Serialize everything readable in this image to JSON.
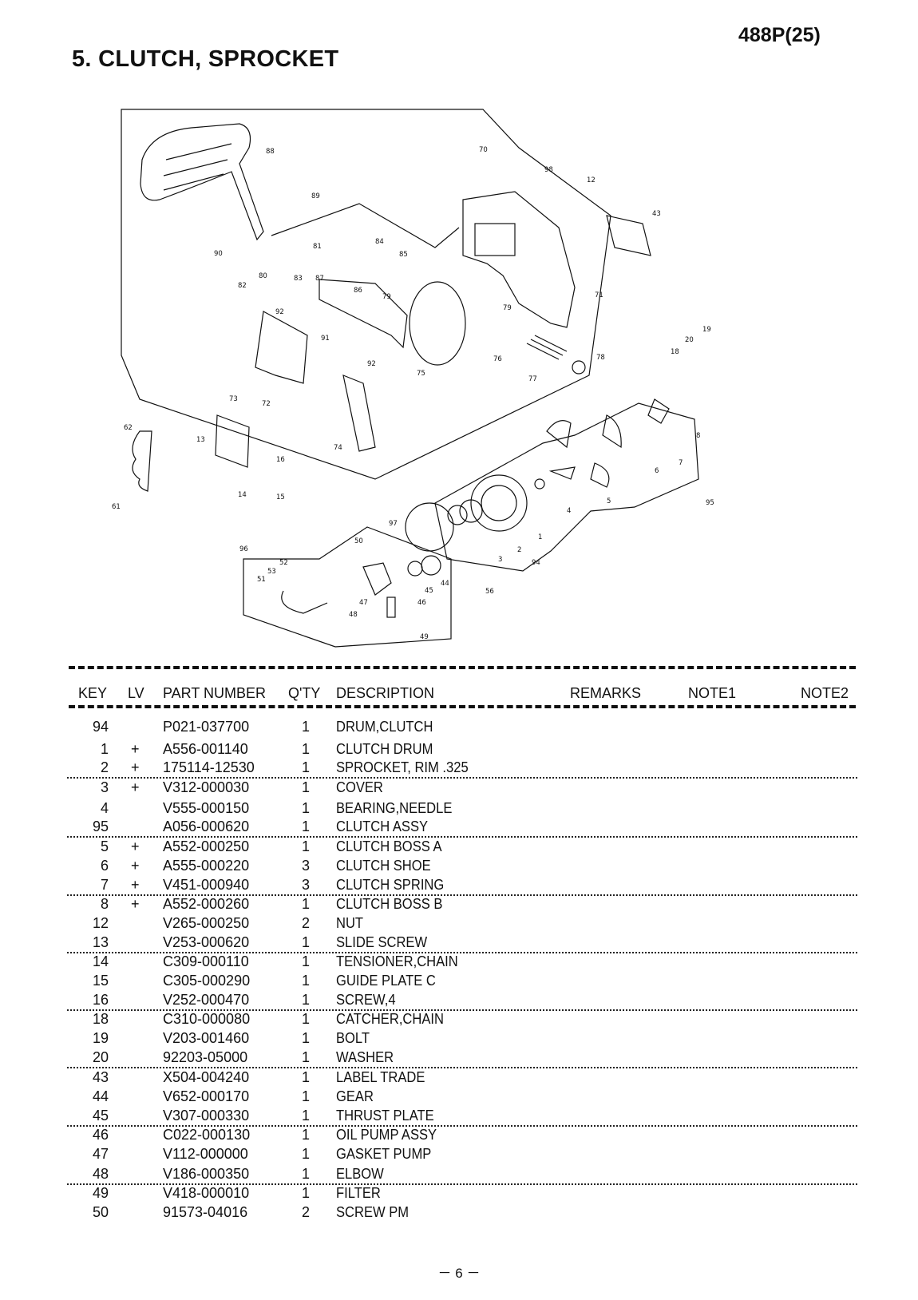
{
  "header": {
    "model": "488P(25)",
    "title": "5. CLUTCH, SPROCKET"
  },
  "diagram": {
    "callouts": [
      "88",
      "70",
      "98",
      "12",
      "89",
      "43",
      "90",
      "81",
      "84",
      "85",
      "80",
      "82",
      "83",
      "87",
      "86",
      "79",
      "71",
      "92",
      "79",
      "19",
      "20",
      "18",
      "91",
      "92",
      "76",
      "78",
      "75",
      "77",
      "73",
      "72",
      "74",
      "62",
      "13",
      "16",
      "14",
      "15",
      "61",
      "8",
      "7",
      "6",
      "5",
      "4",
      "95",
      "97",
      "1",
      "2",
      "3",
      "94",
      "50",
      "96",
      "52",
      "53",
      "51",
      "47",
      "48",
      "45",
      "44",
      "46",
      "56",
      "49"
    ]
  },
  "table": {
    "columns": [
      "KEY",
      "LV",
      "PART NUMBER",
      "Q'TY",
      "DESCRIPTION",
      "REMARKS",
      "NOTE1",
      "NOTE2"
    ],
    "rows": [
      {
        "key": "94",
        "lv": "",
        "pn": "P021-037700",
        "qty": "1",
        "desc": "DRUM,CLUTCH"
      },
      {
        "key": "1",
        "lv": "+",
        "pn": "A556-001140",
        "qty": "1",
        "desc": "CLUTCH DRUM"
      },
      {
        "key": "2",
        "lv": "+",
        "pn": "175114-12530",
        "qty": "1",
        "desc": "SPROCKET, RIM   .325"
      },
      {
        "key": "3",
        "lv": "+",
        "pn": "V312-000030",
        "qty": "1",
        "desc": "COVER"
      },
      {
        "key": "4",
        "lv": "",
        "pn": "V555-000150",
        "qty": "1",
        "desc": "BEARING,NEEDLE"
      },
      {
        "key": "95",
        "lv": "",
        "pn": "A056-000620",
        "qty": "1",
        "desc": "CLUTCH ASSY"
      },
      {
        "key": "5",
        "lv": "+",
        "pn": "A552-000250",
        "qty": "1",
        "desc": "CLUTCH BOSS A"
      },
      {
        "key": "6",
        "lv": "+",
        "pn": "A555-000220",
        "qty": "3",
        "desc": "CLUTCH SHOE"
      },
      {
        "key": "7",
        "lv": "+",
        "pn": "V451-000940",
        "qty": "3",
        "desc": "CLUTCH SPRING"
      },
      {
        "key": "8",
        "lv": "+",
        "pn": "A552-000260",
        "qty": "1",
        "desc": "CLUTCH BOSS B"
      },
      {
        "key": "12",
        "lv": "",
        "pn": "V265-000250",
        "qty": "2",
        "desc": "NUT"
      },
      {
        "key": "13",
        "lv": "",
        "pn": "V253-000620",
        "qty": "1",
        "desc": "SLIDE SCREW"
      },
      {
        "key": "14",
        "lv": "",
        "pn": "C309-000110",
        "qty": "1",
        "desc": "TENSIONER,CHAIN"
      },
      {
        "key": "15",
        "lv": "",
        "pn": "C305-000290",
        "qty": "1",
        "desc": "GUIDE PLATE C"
      },
      {
        "key": "16",
        "lv": "",
        "pn": "V252-000470",
        "qty": "1",
        "desc": "SCREW,4"
      },
      {
        "key": "18",
        "lv": "",
        "pn": "C310-000080",
        "qty": "1",
        "desc": "CATCHER,CHAIN"
      },
      {
        "key": "19",
        "lv": "",
        "pn": "V203-001460",
        "qty": "1",
        "desc": "BOLT"
      },
      {
        "key": "20",
        "lv": "",
        "pn": "92203-05000",
        "qty": "1",
        "desc": "WASHER"
      },
      {
        "key": "43",
        "lv": "",
        "pn": "X504-004240",
        "qty": "1",
        "desc": "LABEL TRADE"
      },
      {
        "key": "44",
        "lv": "",
        "pn": "V652-000170",
        "qty": "1",
        "desc": "GEAR"
      },
      {
        "key": "45",
        "lv": "",
        "pn": "V307-000330",
        "qty": "1",
        "desc": "THRUST PLATE"
      },
      {
        "key": "46",
        "lv": "",
        "pn": "C022-000130",
        "qty": "1",
        "desc": "OIL PUMP ASSY"
      },
      {
        "key": "47",
        "lv": "",
        "pn": "V112-000000",
        "qty": "1",
        "desc": "GASKET PUMP"
      },
      {
        "key": "48",
        "lv": "",
        "pn": "V186-000350",
        "qty": "1",
        "desc": "ELBOW"
      },
      {
        "key": "49",
        "lv": "",
        "pn": "V418-000010",
        "qty": "1",
        "desc": "FILTER"
      },
      {
        "key": "50",
        "lv": "",
        "pn": "91573-04016",
        "qty": "2",
        "desc": "SCREW PM"
      }
    ]
  },
  "footer": {
    "page": "－ 6 －"
  }
}
